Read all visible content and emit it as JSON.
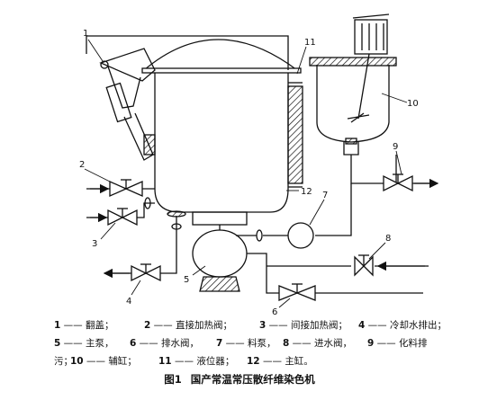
{
  "diagram": {
    "callouts": [
      "1",
      "2",
      "3",
      "4",
      "5",
      "6",
      "7",
      "8",
      "9",
      "10",
      "11",
      "12"
    ]
  },
  "legend": {
    "row1": [
      {
        "num": "1",
        "name": "翻盖"
      },
      {
        "num": "2",
        "name": "直接加热阀"
      },
      {
        "num": "3",
        "name": "间接加热阀"
      },
      {
        "num": "4",
        "name": "冷却水排出"
      }
    ],
    "row2": [
      {
        "num": "5",
        "name": "主泵"
      },
      {
        "num": "6",
        "name": "排水阀"
      },
      {
        "num": "7",
        "name": "料泵"
      },
      {
        "num": "8",
        "name": "进水阀"
      },
      {
        "num": "9",
        "name": "化料排"
      }
    ],
    "row3": [
      {
        "lead": "污"
      },
      {
        "num": "10",
        "name": "辅缸"
      },
      {
        "num": "11",
        "name": "液位器"
      },
      {
        "num": "12",
        "name": "主缸"
      }
    ]
  },
  "caption": {
    "fig": "图1",
    "title": "国产常温常压散纤维染色机"
  }
}
